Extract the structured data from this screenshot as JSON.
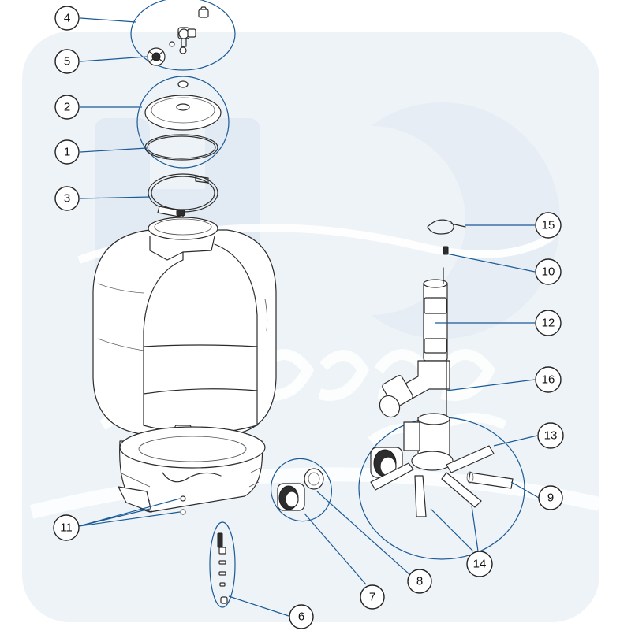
{
  "diagram": {
    "watermark_color": "#dfe8f1",
    "leader_color": "#1a5a96",
    "callouts": [
      {
        "id": "c4",
        "label": "4"
      },
      {
        "id": "c5",
        "label": "5"
      },
      {
        "id": "c2",
        "label": "2"
      },
      {
        "id": "c1",
        "label": "1"
      },
      {
        "id": "c3",
        "label": "3"
      },
      {
        "id": "c15",
        "label": "15"
      },
      {
        "id": "c10",
        "label": "10"
      },
      {
        "id": "c12",
        "label": "12"
      },
      {
        "id": "c16",
        "label": "16"
      },
      {
        "id": "c13",
        "label": "13"
      },
      {
        "id": "c9",
        "label": "9"
      },
      {
        "id": "c11",
        "label": "11"
      },
      {
        "id": "c14",
        "label": "14"
      },
      {
        "id": "c8",
        "label": "8"
      },
      {
        "id": "c7",
        "label": "7"
      },
      {
        "id": "c6",
        "label": "6"
      }
    ]
  }
}
